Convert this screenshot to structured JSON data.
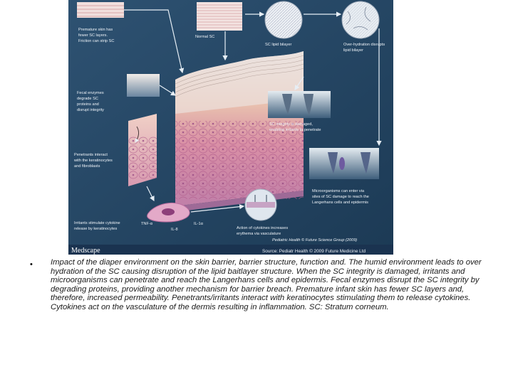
{
  "figure": {
    "labels": {
      "premature": [
        "Premature skin has",
        "fewer SC layers.",
        "Friction can strip SC"
      ],
      "normal_sc": "Normal SC",
      "sc_lipid_bilayer": "SC lipid bilayer",
      "over_hydration": [
        "Over-hydration disrupts",
        "lipid bilayer"
      ],
      "fecal_enzymes": [
        "Fecal enzymes",
        "degrade SC",
        "proteins and",
        "disrupt integrity"
      ],
      "sc_damaged": [
        "SC integrity is damaged,",
        "enabling irritants to penetrate"
      ],
      "penetrants": [
        "Penetrants interact",
        "with the keratinocytes",
        "and fibroblasts"
      ],
      "microorganisms": [
        "Microorganisms can enter via",
        "sites of SC damage to reach the",
        "Langerhans cells and epidermis"
      ],
      "irritants": [
        "Irritants stimulate cytokine",
        "release by keratinocytes"
      ],
      "tnf": "TNF-α",
      "il8": "IL-8",
      "il1": "IL-1α",
      "cytokines_action": [
        "Action of cytokines increases",
        "erythema via vasculature"
      ],
      "copyright_inner": "Pediatric Health © Future Science Group (2009)",
      "brand": "Medscape",
      "source": "Source: Pediatr Health © 2009 Future Medicine Ltd"
    }
  },
  "bullet": "•",
  "caption": "Impact of the diaper environment on the skin barrier, barrier structure, function and. The humid environment leads to over hydration of the SC causing disruption of the lipid baitlayer structure. When the SC integrity is damaged, irritants and microorganisms can penetrate and reach the Langerhans cells and epidermis. Fecal enzymes disrupt the SC integrity by degrading proteins, providing another mechanism for barrier breach. Premature infant skin has fewer SC layers and, therefore, increased permeability. Penetrants/irritants interact with keratinocytes stimulating them to release cytokines. Cytokines act on the vasculature of the dermis resulting in inflammation. SC: Stratum corneum."
}
